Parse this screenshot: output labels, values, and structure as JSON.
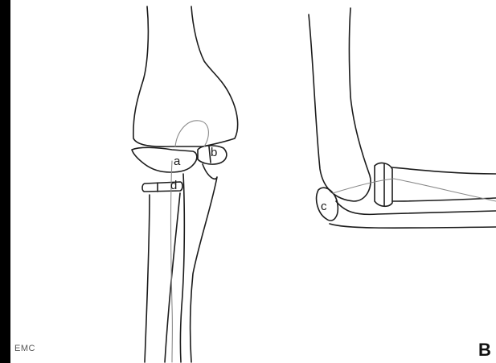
{
  "labels": {
    "a": "a",
    "b": "b",
    "c": "c",
    "d": "d"
  },
  "credit": "EMC",
  "panel_letter": "B",
  "colors": {
    "line": "#1c1c1c",
    "faint_line": "#8a8a8a",
    "background": "#ffffff",
    "left_bar": "#000000"
  }
}
